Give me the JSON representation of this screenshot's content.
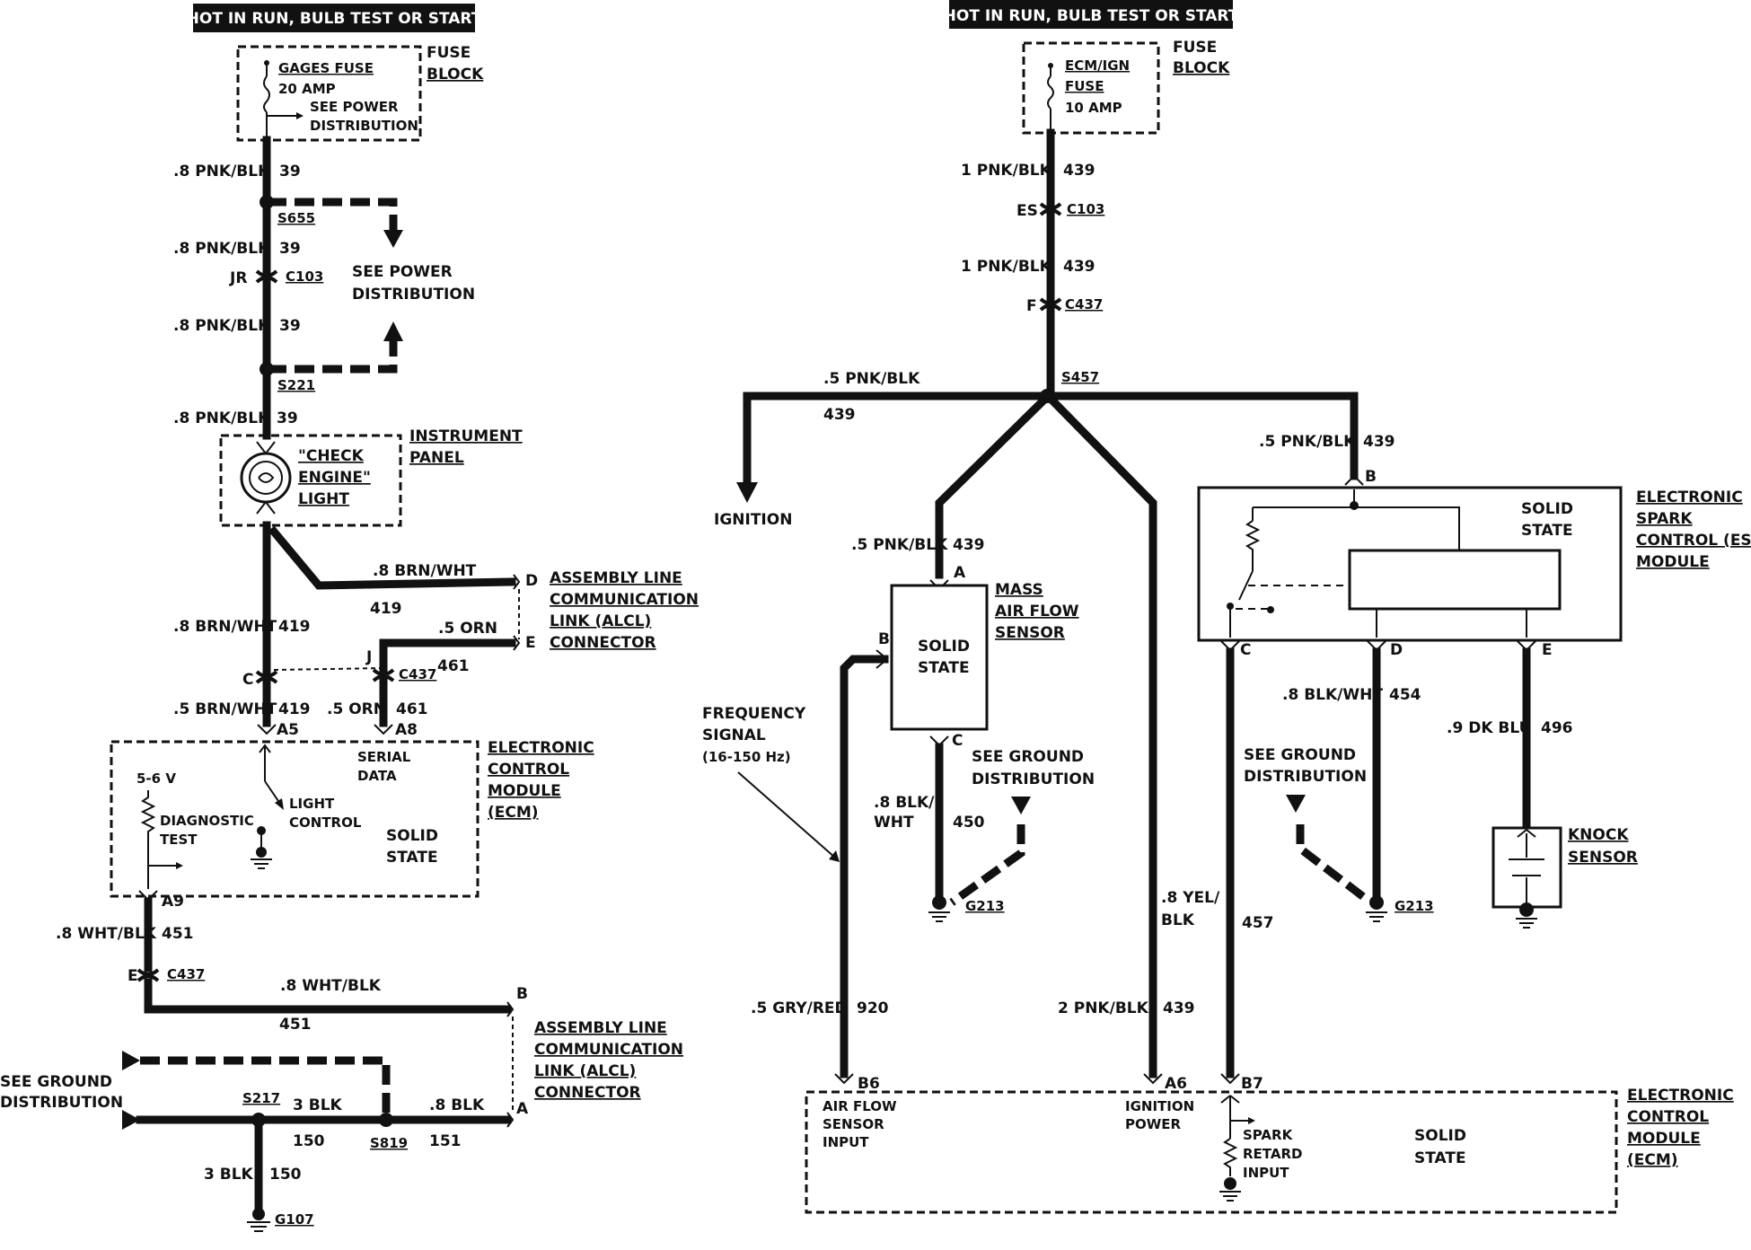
{
  "left": {
    "header": "HOT IN RUN, BULB TEST OR START",
    "fuse_name": "GAGES FUSE",
    "fuse_rating": "20 AMP",
    "see_power_small_1": "SEE POWER",
    "see_power_small_2": "DISTRIBUTION",
    "fuse_block_1": "FUSE",
    "fuse_block_2": "BLOCK",
    "w1_gauge": ".8 PNK/BLK",
    "w1_circuit": "39",
    "splice_s655": "S655",
    "w2_gauge": ".8 PNK/BLK",
    "w2_circuit": "39",
    "conn_jr": "JR",
    "conn_c103": "C103",
    "see_power_1": "SEE POWER",
    "see_power_2": "DISTRIBUTION",
    "w3_gauge": ".8 PNK/BLK",
    "w3_circuit": "39",
    "splice_s221": "S221",
    "w4_gauge": ".8 PNK/BLK",
    "w4_circuit": "39",
    "lamp_1": "\"CHECK",
    "lamp_2": "ENGINE\"",
    "lamp_3": "LIGHT",
    "ip_1": "INSTRUMENT",
    "ip_2": "PANEL",
    "brn_wht_top": ".8 BRN/WHT",
    "brn_wht_top_circuit": "419",
    "pin_d": "D",
    "pin_e": "E",
    "alcl1_1": "ASSEMBLY LINE",
    "alcl1_2": "COMMUNICATION",
    "alcl1_3": "LINK (ALCL)",
    "alcl1_4": "CONNECTOR",
    "w5_gauge": ".8 BRN/WHT",
    "w5_circuit": "419",
    "orn_top": ".5 ORN",
    "orn_circuit": "461",
    "pin_j": "J",
    "pin_c": "C",
    "conn_c437": "C437",
    "w6_gauge": ".5 BRN/WHT",
    "w6_circuit": "419",
    "w7_gauge": ".5 ORN",
    "w7_circuit": "461",
    "pin_a5": "A5",
    "pin_a8": "A8",
    "v_56": "5-6 V",
    "diag_1": "DIAGNOSTIC",
    "diag_2": "TEST",
    "light_1": "LIGHT",
    "light_2": "CONTROL",
    "serial_1": "SERIAL",
    "serial_2": "DATA",
    "solid_1": "SOLID",
    "solid_2": "STATE",
    "ecm_1": "ELECTRONIC",
    "ecm_2": "CONTROL",
    "ecm_3": "MODULE",
    "ecm_4": "(ECM)",
    "pin_a9": "A9",
    "w8_gauge": ".8 WHT/BLK",
    "w8_circuit": "451",
    "pin_e2": "E",
    "conn_c437b": "C437",
    "w9_gauge": ".8 WHT/BLK",
    "w9_circuit": "451",
    "pin_b": "B",
    "pin_a": "A",
    "alcl2_1": "ASSEMBLY LINE",
    "alcl2_2": "COMMUNICATION",
    "alcl2_3": "LINK (ALCL)",
    "alcl2_4": "CONNECTOR",
    "see_ground_1": "SEE GROUND",
    "see_ground_2": "DISTRIBUTION",
    "splice_s217": "S217",
    "blk3_gauge": "3 BLK",
    "blk3_circuit": "150",
    "splice_s819": "S819",
    "blk8_gauge": ".8 BLK",
    "blk8_circuit": "151",
    "blk3v_gauge": "3 BLK",
    "blk3v_circuit": "150",
    "ground_g107": "G107"
  },
  "right": {
    "header": "HOT IN RUN, BULB TEST OR START",
    "fuse_name_1": "ECM/IGN",
    "fuse_name_2": "FUSE",
    "fuse_rating": "10 AMP",
    "fuse_block_1": "FUSE",
    "fuse_block_2": "BLOCK",
    "w1_gauge": "1 PNK/BLK",
    "w1_circuit": "439",
    "conn_es": "ES",
    "conn_c103": "C103",
    "w2_gauge": "1 PNK/BLK",
    "w2_circuit": "439",
    "conn_f": "F",
    "conn_c437": "C437",
    "splice_s457": "S457",
    "left_gauge": ".5 PNK/BLK",
    "left_circuit": "439",
    "ignition": "IGNITION",
    "esc_gauge": ".5 PNK/BLK",
    "esc_circuit": "439",
    "esc_pin_b": "B",
    "maf_gauge": ".5 PNK/BLK",
    "maf_circuit": "439",
    "maf_pin_a": "A",
    "maf_1": "MASS",
    "maf_2": "AIR FLOW",
    "maf_3": "SENSOR",
    "maf_ss_1": "SOLID",
    "maf_ss_2": "STATE",
    "maf_pin_b": "B",
    "maf_pin_c": "C",
    "freq_1": "FREQUENCY",
    "freq_2": "SIGNAL",
    "freq_3": "(16-150 Hz)",
    "see_ground_1": "SEE GROUND",
    "see_ground_2": "DISTRIBUTION",
    "maf_gnd_gauge_1": ".8 BLK/",
    "maf_gnd_gauge_2": "WHT",
    "maf_gnd_circuit": "450",
    "g213a": "G213",
    "esc_ss_1": "SOLID",
    "esc_ss_2": "STATE",
    "esc_1": "ELECTRONIC",
    "esc_2": "SPARK",
    "esc_3": "CONTROL (ESC)",
    "esc_4": "MODULE",
    "esc_pin_c": "C",
    "esc_pin_d": "D",
    "esc_pin_e": "E",
    "blk_wht_gauge": ".8 BLK/WHT",
    "blk_wht_circuit": "454",
    "dk_blu_gauge": ".9 DK BLU",
    "dk_blu_circuit": "496",
    "see_ground2_1": "SEE GROUND",
    "see_ground2_2": "DISTRIBUTION",
    "g213b": "G213",
    "knock_1": "KNOCK",
    "knock_2": "SENSOR",
    "yel_gauge_1": ".8 YEL/",
    "yel_gauge_2": "BLK",
    "yel_circuit": "457",
    "gry_gauge": ".5 GRY/RED",
    "gry_circuit": "920",
    "ign_gauge": "2 PNK/BLK",
    "ign_circuit": "439",
    "pin_b6": "B6",
    "pin_a6": "A6",
    "pin_b7": "B7",
    "afs_1": "AIR FLOW",
    "afs_2": "SENSOR",
    "afs_3": "INPUT",
    "ign_pwr_1": "IGNITION",
    "ign_pwr_2": "POWER",
    "spark_1": "SPARK",
    "spark_2": "RETARD",
    "spark_3": "INPUT",
    "solid_1": "SOLID",
    "solid_2": "STATE",
    "ecm_1": "ELECTRONIC",
    "ecm_2": "CONTROL",
    "ecm_3": "MODULE",
    "ecm_4": "(ECM)"
  }
}
